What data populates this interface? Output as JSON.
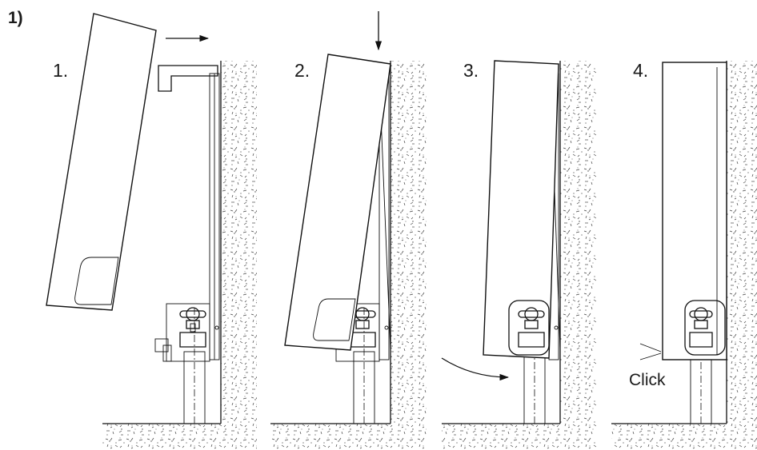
{
  "figure": {
    "label": "1)",
    "steps": [
      {
        "label": "1."
      },
      {
        "label": "2."
      },
      {
        "label": "3."
      },
      {
        "label": "4."
      }
    ],
    "click_label": "Click"
  },
  "icons": {
    "horizontal_arrow": "arrow-right-icon",
    "vertical_arrow": "arrow-down-icon",
    "curved_arrow": "curved-arrow-icon",
    "click_marks": "click-mark-icon"
  }
}
